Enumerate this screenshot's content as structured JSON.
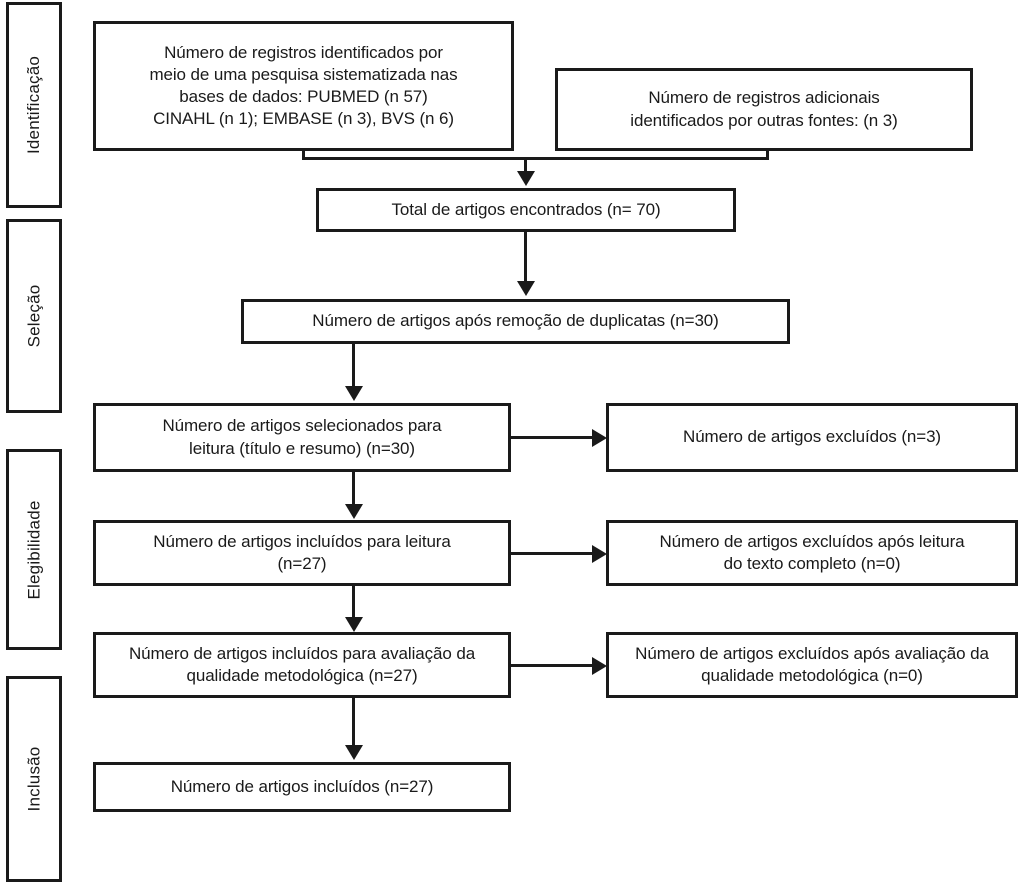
{
  "diagram": {
    "type": "prisma-flow-diagram",
    "language": "pt-BR",
    "line_color": "#1a1a1a",
    "background_color": "#ffffff"
  },
  "stages": [
    {
      "id": "identificacao",
      "label": "Identificação"
    },
    {
      "id": "selecao",
      "label": "Seleção"
    },
    {
      "id": "elegibilidade",
      "label": "Elegibilidade"
    },
    {
      "id": "inclusao",
      "label": "Inclusão"
    }
  ],
  "nodes": {
    "records_identified": {
      "text": "Número de registros identificados por\nmeio de uma pesquisa sistematizada nas\nbases de dados: PUBMED (n 57)\nCINAHL (n 1); EMBASE (n 3), BVS (n 6)",
      "count_pubmed": 57,
      "count_cinahl": 1,
      "count_embase": 3,
      "count_bvs": 6
    },
    "records_additional": {
      "text": "Número de registros adicionais\nidentificados por outras fontes: (n 3)",
      "count": 3
    },
    "total_found": {
      "text": "Total de artigos encontrados (n= 70)",
      "count": 70
    },
    "after_duplicates": {
      "text": "Número de artigos após remoção de duplicatas (n=30)",
      "count": 30
    },
    "screened": {
      "text": "Número de artigos selecionados para\nleitura (título e resumo) (n=30)",
      "count": 30
    },
    "excluded_screened": {
      "text": "Número de artigos excluídos (n=3)",
      "count": 3
    },
    "included_fulltext": {
      "text": "Número de artigos incluídos para leitura\n(n=27)",
      "count": 27
    },
    "excluded_fulltext": {
      "text": "Número de artigos excluídos após leitura\ndo texto completo (n=0)",
      "count": 0
    },
    "included_quality": {
      "text": "Número de artigos incluídos para avaliação da\nqualidade metodológica (n=27)",
      "count": 27
    },
    "excluded_quality": {
      "text": "Número de artigos excluídos após avaliação da\nqualidade metodológica (n=0)",
      "count": 0
    },
    "final_included": {
      "text": "Número de artigos incluídos (n=27)",
      "count": 27
    }
  }
}
